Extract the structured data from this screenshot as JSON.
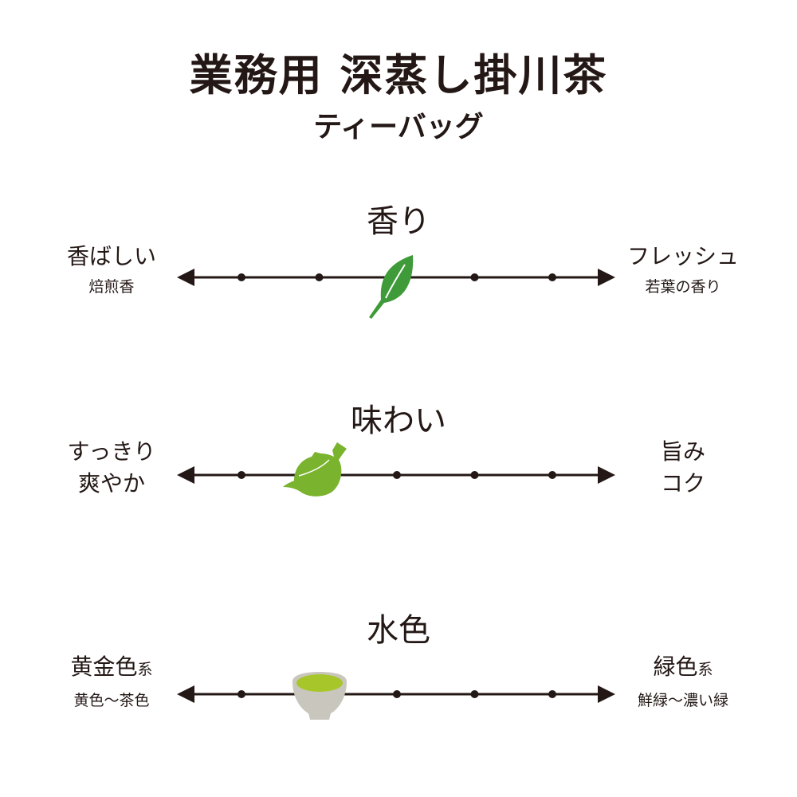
{
  "header": {
    "title": "業務用 深蒸し掛川茶",
    "subtitle": "ティーバッグ"
  },
  "colors": {
    "ink": "#231815",
    "leaf": "#3f9a3a",
    "teapot": "#7ab32e",
    "cup": "#c9c6bd",
    "tea": "#a6c62a"
  },
  "scales": [
    {
      "title": "香り",
      "left": {
        "main": "香ばしい",
        "sub": "焙煎香"
      },
      "right": {
        "main": "フレッシュ",
        "sub": "若葉の香り"
      },
      "icon": "leaf-icon",
      "position": 2,
      "steps": 5
    },
    {
      "title": "味わい",
      "left": {
        "main": "すっきり",
        "sub": "爽やか"
      },
      "right": {
        "main": "旨み",
        "sub": "コク"
      },
      "icon": "teapot-icon",
      "position": 1,
      "steps": 5
    },
    {
      "title": "水色",
      "left": {
        "main": "黄金色",
        "suffix": "系",
        "sub": "黄色〜茶色"
      },
      "right": {
        "main": "緑色",
        "suffix": "系",
        "sub": "鮮緑〜濃い緑"
      },
      "icon": "teacup-icon",
      "position": 1,
      "steps": 5
    }
  ]
}
